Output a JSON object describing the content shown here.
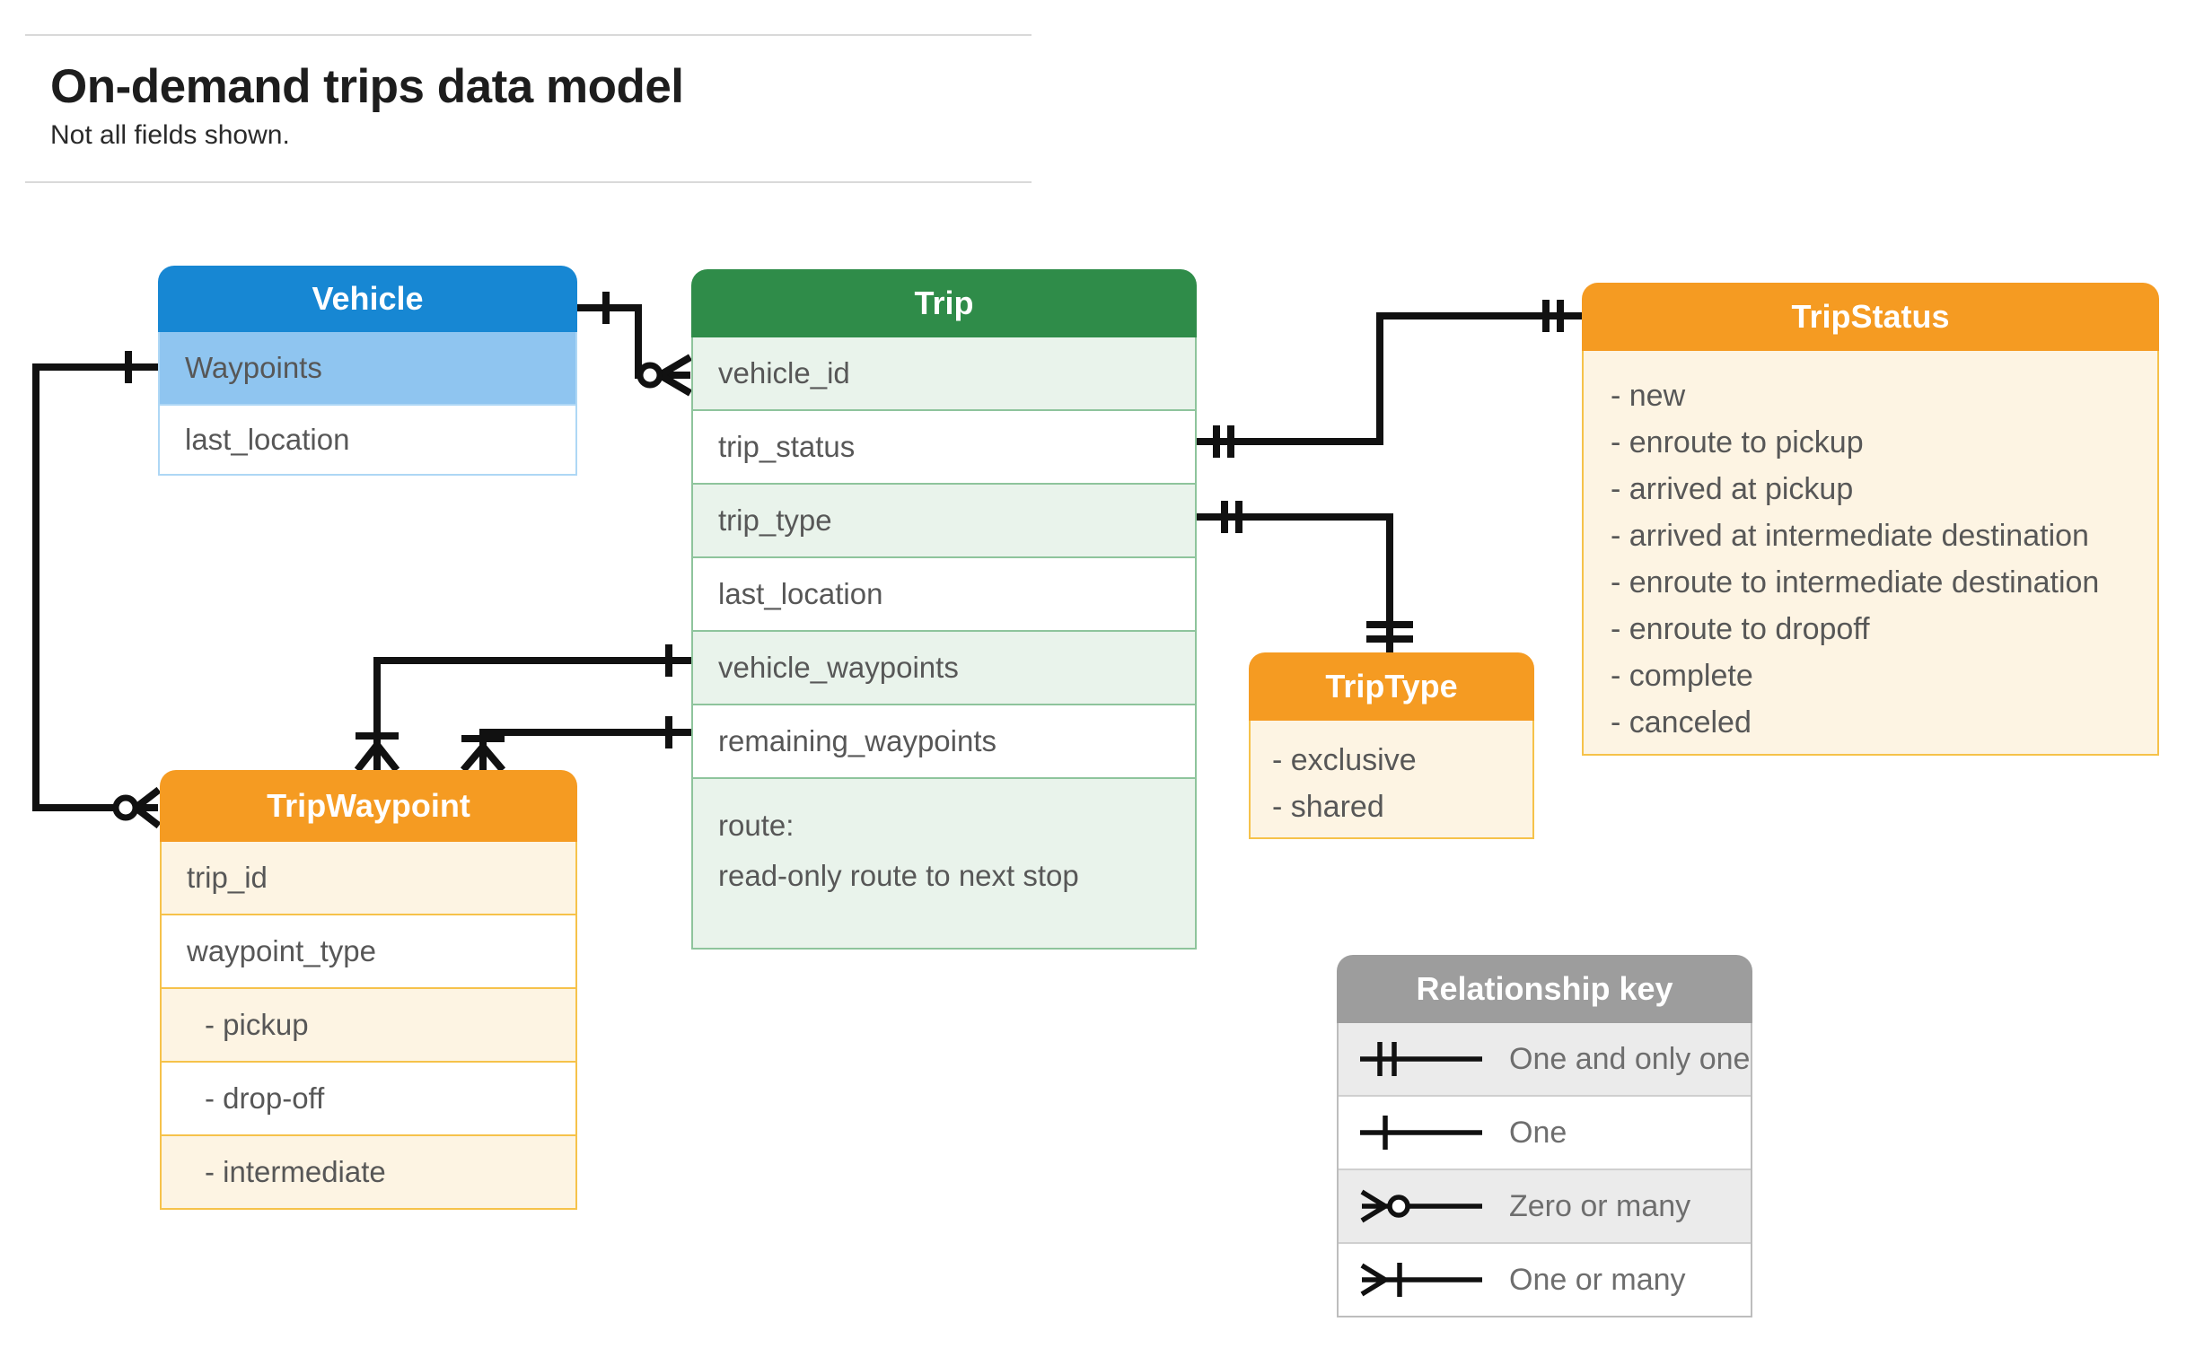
{
  "page": {
    "title": "On-demand trips data model",
    "subtitle": "Not all fields shown."
  },
  "entities": {
    "vehicle": {
      "title": "Vehicle",
      "fields": [
        "Waypoints",
        "last_location"
      ]
    },
    "trip": {
      "title": "Trip",
      "fields": [
        "vehicle_id",
        "trip_status",
        "trip_type",
        "last_location",
        "vehicle_waypoints",
        "remaining_waypoints"
      ],
      "route": {
        "name": "route:",
        "note": "read-only route to next stop"
      }
    },
    "trip_status": {
      "title": "TripStatus",
      "values": [
        "- new",
        "- enroute to pickup",
        "- arrived at pickup",
        "- arrived at intermediate destination",
        "- enroute to intermediate destination",
        "- enroute to dropoff",
        "- complete",
        "- canceled"
      ]
    },
    "trip_type": {
      "title": "TripType",
      "values": [
        "- exclusive",
        "- shared"
      ]
    },
    "trip_waypoint": {
      "title": "TripWaypoint",
      "fields": [
        "trip_id",
        "waypoint_type"
      ],
      "values": [
        "- pickup",
        "- drop-off",
        "- intermediate"
      ]
    }
  },
  "legend": {
    "title": "Relationship key",
    "rows": [
      {
        "symbol": "one-and-only-one",
        "label": "One and only one"
      },
      {
        "symbol": "one",
        "label": "One"
      },
      {
        "symbol": "zero-or-many",
        "label": "Zero or many"
      },
      {
        "symbol": "one-or-many",
        "label": "One or many"
      }
    ]
  },
  "colors": {
    "vehicle_header": "#1787d3",
    "vehicle_highlight_row": "#8fc5f0",
    "trip_header": "#2f8c49",
    "trip_row_tint": "#e9f3eb",
    "enum_header": "#f59b22",
    "enum_row_tint": "#fdf4e3",
    "legend_header": "#9d9d9d",
    "legend_row_tint": "#ebebeb",
    "connector_line": "#111111"
  }
}
